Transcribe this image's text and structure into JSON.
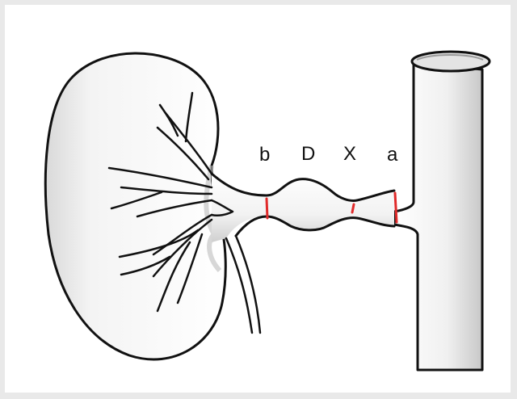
{
  "labels": {
    "b": "b",
    "d": "D",
    "x": "X",
    "a": "a"
  },
  "colors": {
    "background": "#ffffff",
    "outline": "#111111",
    "fill": "#ffffff",
    "shade": "#d4d4d4",
    "stenosis_marker": "#e02a2a"
  }
}
